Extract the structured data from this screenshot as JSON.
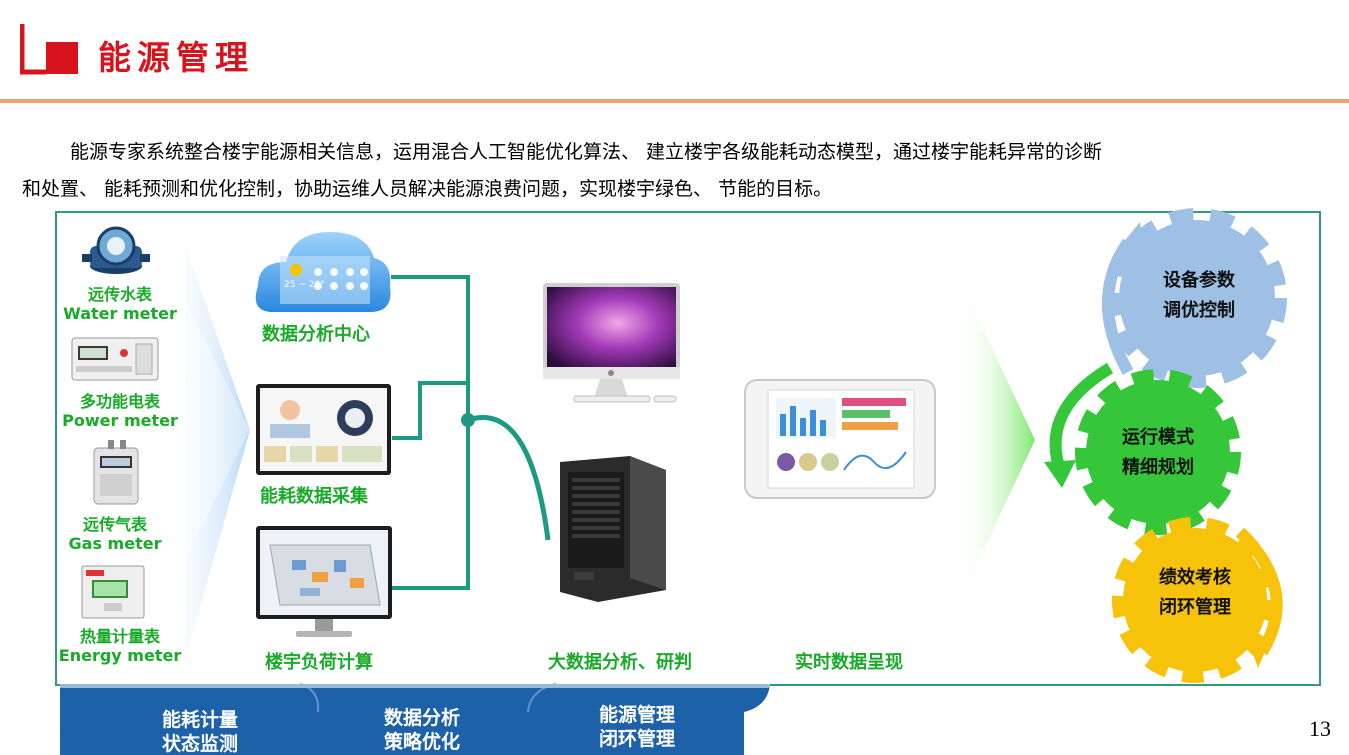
{
  "header": {
    "title": "能源管理"
  },
  "intro": {
    "line1": "能源专家系统整合楼宇能源相关信息，运用混合人工智能优化算法、  建立楼宇各级能耗动态模型，通过楼宇能耗异常的诊断",
    "line2": "和处置、  能耗预测和优化控制，协助运维人员解决能源浪费问题，实现楼宇绿色、  节能的目标。"
  },
  "meters": [
    {
      "cn": "远传水表",
      "en": "Water    meter"
    },
    {
      "cn": "多功能电表",
      "en": "Power    meter"
    },
    {
      "cn": "远传气表",
      "en": "Gas    meter"
    },
    {
      "cn": "热量计量表",
      "en": "Energy    meter"
    }
  ],
  "modules": {
    "data_center": "数据分析中心",
    "collection": "能耗数据采集",
    "load_calc": "楼宇负荷计算",
    "big_data": "大数据分析、研判",
    "realtime": "实时数据呈现"
  },
  "weather_widget": {
    "temp": "25 ~ 28°"
  },
  "gears": [
    {
      "line1": "设备参数",
      "line2": "调优控制",
      "color": "#9ec0e4"
    },
    {
      "line1": "运行模式",
      "line2": "精细规划",
      "color": "#35c63a"
    },
    {
      "line1": "绩效考核",
      "line2": "闭环管理",
      "color": "#f7c20a"
    }
  ],
  "tabs": [
    {
      "line1": "能耗计量",
      "line2": "状态监测"
    },
    {
      "line1": "数据分析",
      "line2": "策略优化"
    },
    {
      "line1": "能源管理",
      "line2": "闭环管理"
    }
  ],
  "colors": {
    "accent": "#d7141e",
    "green_text": "#1aaa2a",
    "frame": "#2f9a84",
    "tab": "#1d62a8"
  },
  "page_number": "13"
}
